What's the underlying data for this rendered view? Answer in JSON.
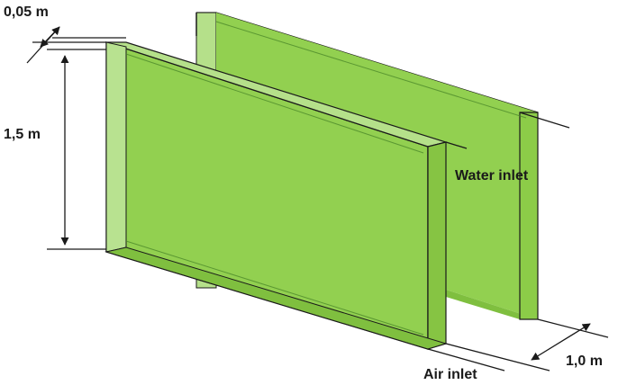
{
  "labels": {
    "thickness": "0,05 m",
    "height": "1,5 m",
    "spacing": "1,0 m",
    "water_inlet": "Water inlet",
    "air_inlet": "Air inlet"
  },
  "colors": {
    "plate_fill": "#92d050",
    "plate_face_dark": "#7fbf3f",
    "plate_edge_light": "#b5e08a",
    "line": "#1a1a1a"
  }
}
